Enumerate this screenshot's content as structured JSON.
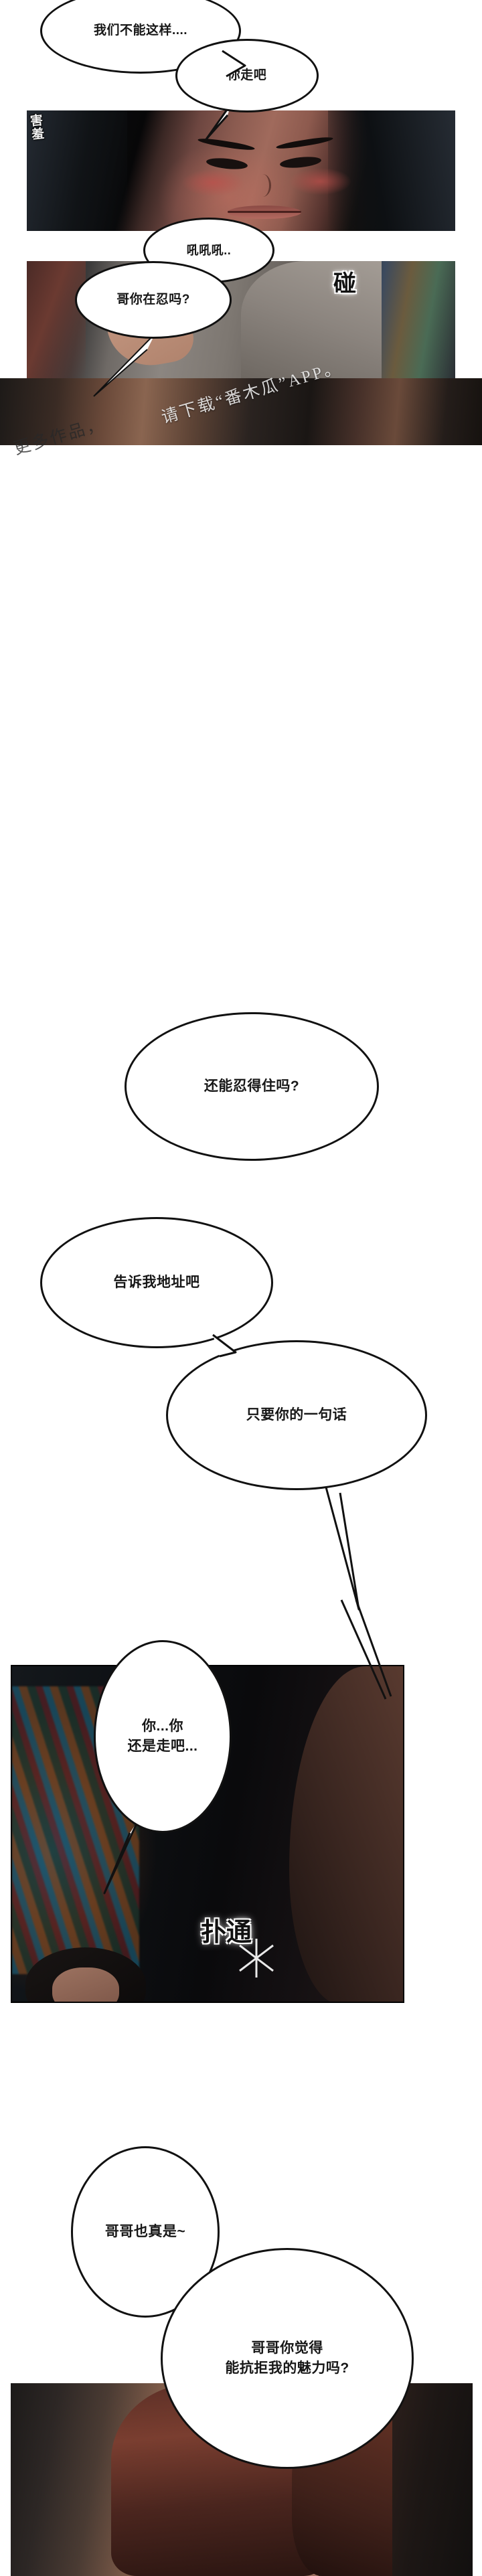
{
  "comic": {
    "title_sfx_note": "webtoon page",
    "bubbles": [
      {
        "id": "b1",
        "text": "我们不能这样...."
      },
      {
        "id": "b2",
        "text": "你走吧"
      },
      {
        "id": "b3",
        "text": "吼吼吼.."
      },
      {
        "id": "b4",
        "text": "哥你在忍吗?"
      },
      {
        "id": "b5",
        "text": "还能忍得住吗?"
      },
      {
        "id": "b6",
        "text": "告诉我地址吧"
      },
      {
        "id": "b7",
        "text": "只要你的一句话"
      },
      {
        "id": "b8",
        "text": "你...你\n还是走吧..."
      },
      {
        "id": "b9",
        "text": "哥哥也真是~"
      },
      {
        "id": "b10",
        "text": "哥哥你觉得\n能抗拒我的魅力吗?"
      }
    ],
    "sfx": [
      {
        "id": "s1",
        "text": "害羞"
      },
      {
        "id": "s2",
        "text": "碰"
      },
      {
        "id": "s3",
        "text": "扑通"
      }
    ],
    "watermark": {
      "line1": "请下载“番木瓜”APP。",
      "line2": "更多作品，"
    },
    "colors": {
      "ink": "#111111",
      "paper": "#ffffff",
      "sfx_outline": "#ffffff",
      "skin": "#b0836d",
      "hair": "#6b3a31"
    }
  }
}
